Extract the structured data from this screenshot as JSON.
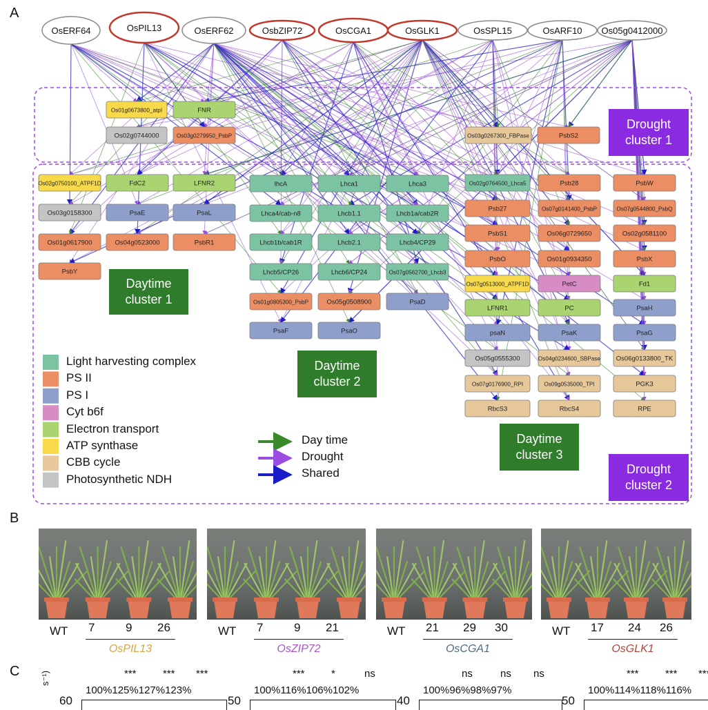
{
  "panels": {
    "a": "A",
    "b": "B",
    "c": "C"
  },
  "tf_nodes": [
    {
      "id": "OsERF64",
      "label": "OsERF64",
      "border": "#8a8a8a"
    },
    {
      "id": "OsPIL13",
      "label": "OsPIL13",
      "border": "#c0392b"
    },
    {
      "id": "OsERF62",
      "label": "OsERF62",
      "border": "#8a8a8a"
    },
    {
      "id": "OsbZIP72",
      "label": "OsbZIP72",
      "border": "#c0392b"
    },
    {
      "id": "OsCGA1",
      "label": "OsCGA1",
      "border": "#c0392b"
    },
    {
      "id": "OsGLK1",
      "label": "OsGLK1",
      "border": "#c0392b"
    },
    {
      "id": "OsSPL15",
      "label": "OsSPL15",
      "border": "#8a8a8a"
    },
    {
      "id": "OsARF10",
      "label": "OsARF10",
      "border": "#8a8a8a"
    },
    {
      "id": "Os05g0412000",
      "label": "Os05g0412000",
      "border": "#8a8a8a"
    }
  ],
  "colors": {
    "lhc": "#7cc3a3",
    "ps2": "#ec8e63",
    "ps1": "#8e9fcc",
    "cytb6f": "#d88cc4",
    "et": "#a9d46f",
    "atp": "#f8d94a",
    "cbb": "#e6c89a",
    "ndh": "#c4c4c4",
    "day": "#3a8a2b",
    "drought": "#9b4de0",
    "shared": "#1b1bc8",
    "cluster_green": "#2f7d2b",
    "cluster_purple": "#8a2be2",
    "pil13": "#d9a441",
    "zip72": "#a557c9",
    "cga1": "#4f6a80",
    "glk1": "#b5453a"
  },
  "gene_nodes": [
    {
      "label": "Os01g0673800_atpI",
      "cat": "atp"
    },
    {
      "label": "FNR",
      "cat": "et"
    },
    {
      "label": "Os02g0744000",
      "cat": "ndh"
    },
    {
      "label": "Os03g0279950_PsbP",
      "cat": "ps2"
    },
    {
      "label": "Os03g0267300_FBPase",
      "cat": "cbb"
    },
    {
      "label": "PsbS2",
      "cat": "ps2"
    },
    {
      "label": "Os02g0750100_ATPF1D",
      "cat": "atp"
    },
    {
      "label": "FdC2",
      "cat": "et"
    },
    {
      "label": "LFNR2",
      "cat": "et"
    },
    {
      "label": "Os03g0158300",
      "cat": "ndh"
    },
    {
      "label": "PsaE",
      "cat": "ps1"
    },
    {
      "label": "PsaL",
      "cat": "ps1"
    },
    {
      "label": "Os01g0617900",
      "cat": "ps2"
    },
    {
      "label": "Os04g0523000",
      "cat": "ps2"
    },
    {
      "label": "PsbR1",
      "cat": "ps2"
    },
    {
      "label": "PsbY",
      "cat": "ps2"
    },
    {
      "label": "lhcA",
      "cat": "lhc"
    },
    {
      "label": "Lhca1",
      "cat": "lhc"
    },
    {
      "label": "Lhca3",
      "cat": "lhc"
    },
    {
      "label": "Lhca4/cab-n8",
      "cat": "lhc"
    },
    {
      "label": "Lhcb1.1",
      "cat": "lhc"
    },
    {
      "label": "Lhcb1a/cab2R",
      "cat": "lhc"
    },
    {
      "label": "Lhcb1b/cab1R",
      "cat": "lhc"
    },
    {
      "label": "Lhcb2.1",
      "cat": "lhc"
    },
    {
      "label": "Lhcb4/CP29",
      "cat": "lhc"
    },
    {
      "label": "Lhcb5/CP26",
      "cat": "lhc"
    },
    {
      "label": "Lhcb6/CP24",
      "cat": "lhc"
    },
    {
      "label": "Os07g0562700_Lhcb3",
      "cat": "lhc"
    },
    {
      "label": "Os01g0805300_PsbP",
      "cat": "ps2"
    },
    {
      "label": "Os05g0508900",
      "cat": "ps2"
    },
    {
      "label": "PsaD",
      "cat": "ps1"
    },
    {
      "label": "PsaF",
      "cat": "ps1"
    },
    {
      "label": "PsaO",
      "cat": "ps1"
    },
    {
      "label": "Os02g0764500_Lhca5",
      "cat": "lhc"
    },
    {
      "label": "Psb28",
      "cat": "ps2"
    },
    {
      "label": "PsbW",
      "cat": "ps2"
    },
    {
      "label": "Psb27",
      "cat": "ps2"
    },
    {
      "label": "Os07g0141400_PsbP",
      "cat": "ps2"
    },
    {
      "label": "Os07g0544800_PsbQ",
      "cat": "ps2"
    },
    {
      "label": "PsbS1",
      "cat": "ps2"
    },
    {
      "label": "Os06g0729650",
      "cat": "ps2"
    },
    {
      "label": "Os02g0581100",
      "cat": "ps2"
    },
    {
      "label": "PsbO",
      "cat": "ps2"
    },
    {
      "label": "Os01g0934350",
      "cat": "ps2"
    },
    {
      "label": "PsbX",
      "cat": "ps2"
    },
    {
      "label": "Os07g0513000_ATPF1D",
      "cat": "atp"
    },
    {
      "label": "PetC",
      "cat": "cytb6f"
    },
    {
      "label": "Fd1",
      "cat": "et"
    },
    {
      "label": "LFNR1",
      "cat": "et"
    },
    {
      "label": "PC",
      "cat": "et"
    },
    {
      "label": "PsaH",
      "cat": "ps1"
    },
    {
      "label": "psaN",
      "cat": "ps1"
    },
    {
      "label": "PsaK",
      "cat": "ps1"
    },
    {
      "label": "PsaG",
      "cat": "ps1"
    },
    {
      "label": "Os05g0555300",
      "cat": "ndh"
    },
    {
      "label": "Os04g0234600_SBPase",
      "cat": "cbb"
    },
    {
      "label": "Os06g0133800_TK",
      "cat": "cbb"
    },
    {
      "label": "Os07g0176900_RPI",
      "cat": "cbb"
    },
    {
      "label": "Os09g0535000_TPI",
      "cat": "cbb"
    },
    {
      "label": "PGK3",
      "cat": "cbb"
    },
    {
      "label": "RbcS3",
      "cat": "cbb"
    },
    {
      "label": "RbcS4",
      "cat": "cbb"
    },
    {
      "label": "RPE",
      "cat": "cbb"
    }
  ],
  "cluster_labels": {
    "drought1": "Drought cluster 1",
    "drought2": "Drought cluster 2",
    "daytime1": "Daytime cluster 1",
    "daytime2": "Daytime cluster 2",
    "daytime3": "Daytime cluster 3"
  },
  "legend": [
    {
      "label": "Light harvesting complex",
      "cat": "lhc"
    },
    {
      "label": "PS II",
      "cat": "ps2"
    },
    {
      "label": "PS I",
      "cat": "ps1"
    },
    {
      "label": "Cyt b6f",
      "cat": "cytb6f"
    },
    {
      "label": "Electron transport",
      "cat": "et"
    },
    {
      "label": "ATP synthase",
      "cat": "atp"
    },
    {
      "label": "CBB cycle",
      "cat": "cbb"
    },
    {
      "label": "Photosynthetic NDH",
      "cat": "ndh"
    }
  ],
  "edge_legend": [
    {
      "label": "Day time",
      "type": "day"
    },
    {
      "label": "Drought",
      "type": "drought"
    },
    {
      "label": "Shared",
      "type": "shared"
    }
  ],
  "photo_groups": [
    {
      "gene": "OsPIL13",
      "color_key": "pil13",
      "wt": "WT",
      "lines": [
        "7",
        "9",
        "26"
      ],
      "pct": [
        "100%",
        "125%",
        "127%",
        "123%"
      ],
      "sig": [
        "***",
        "***",
        "***"
      ],
      "ytick": "60"
    },
    {
      "gene": "OsZIP72",
      "color_key": "zip72",
      "wt": "WT",
      "lines": [
        "7",
        "9",
        "21"
      ],
      "pct": [
        "100%",
        "116%",
        "106%",
        "102%"
      ],
      "sig": [
        "***",
        "*",
        "ns"
      ],
      "ytick": "50"
    },
    {
      "gene": "OsCGA1",
      "color_key": "cga1",
      "wt": "WT",
      "lines": [
        "21",
        "29",
        "30"
      ],
      "pct": [
        "100%",
        "96%",
        "98%",
        "97%"
      ],
      "sig": [
        "ns",
        "ns",
        "ns"
      ],
      "ytick": "40"
    },
    {
      "gene": "OsGLK1",
      "color_key": "glk1",
      "wt": "WT",
      "lines": [
        "17",
        "24",
        "26"
      ],
      "pct": [
        "100%",
        "114%",
        "118%",
        "116%"
      ],
      "sig": [
        "***",
        "***",
        "***"
      ],
      "ytick": "50"
    }
  ],
  "c_axis_unit": "s⁻¹)"
}
